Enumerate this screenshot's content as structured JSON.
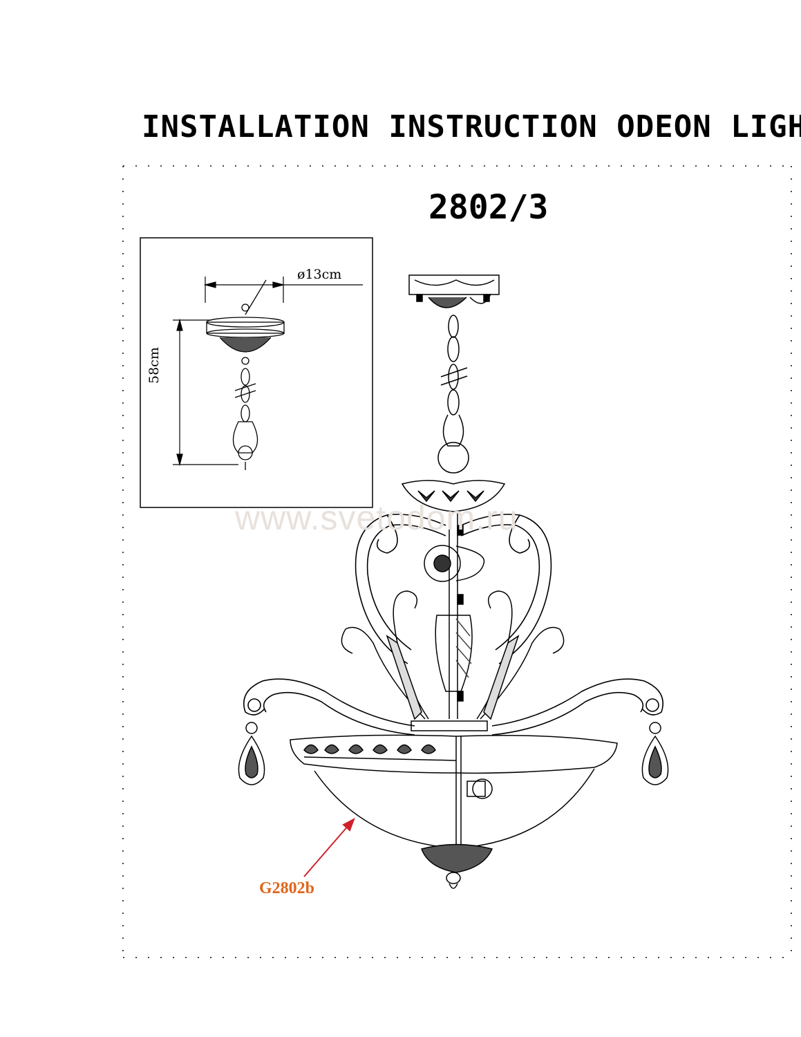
{
  "header": {
    "title": "INSTALLATION INSTRUCTION ODEON LIGHT",
    "model": "2802/3"
  },
  "watermark": "www.svetodom.ru",
  "inset": {
    "diameter_label": "ø13cm",
    "height_label": "58cm"
  },
  "parts": {
    "glass_label": "G2802b"
  },
  "colors": {
    "line": "#000000",
    "accent": "#e0661c",
    "arrow": "#d0202a",
    "watermark": "#e8e1dc"
  }
}
